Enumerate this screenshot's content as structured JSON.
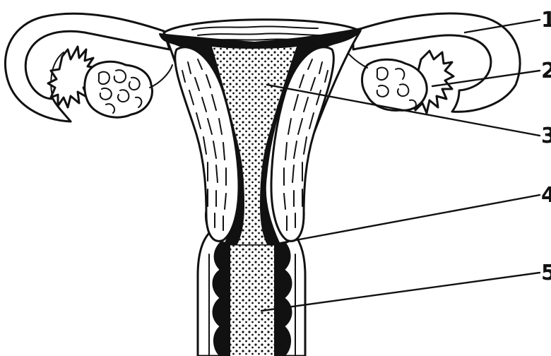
{
  "labels": [
    {
      "id": "1",
      "text": "1"
    },
    {
      "id": "2",
      "text": "2"
    },
    {
      "id": "3",
      "text": "3"
    },
    {
      "id": "4",
      "text": "4"
    },
    {
      "id": "5",
      "text": "5"
    }
  ]
}
